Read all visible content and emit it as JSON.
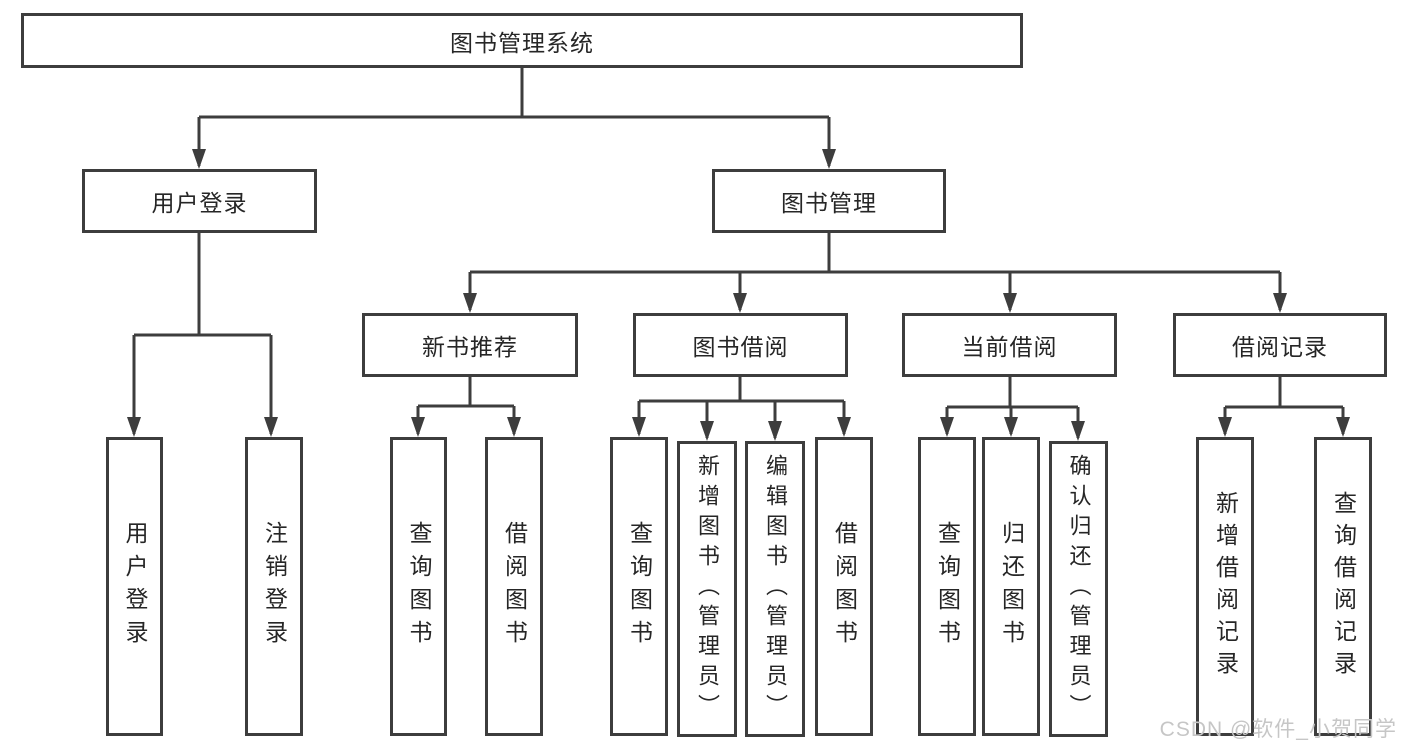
{
  "diagram": {
    "title": "图书管理系统",
    "root": {
      "label": "图书管理系统"
    },
    "level2": [
      {
        "label": "用户登录",
        "children": [
          "用户登录",
          "注销登录"
        ]
      },
      {
        "label": "图书管理",
        "groups": [
          {
            "label": "新书推荐",
            "children": [
              "查询图书",
              "借阅图书"
            ]
          },
          {
            "label": "图书借阅",
            "children": [
              "查询图书",
              "新增图书（管理员）",
              "编辑图书（管理员）",
              "借阅图书"
            ]
          },
          {
            "label": "当前借阅",
            "children": [
              "查询图书",
              "归还图书",
              "确认归还（管理员）"
            ]
          },
          {
            "label": "借阅记录",
            "children": [
              "新增借阅记录",
              "查询借阅记录"
            ]
          }
        ]
      }
    ]
  },
  "watermark": {
    "text": "CSDN @软件_小贺同学"
  },
  "colors": {
    "line": "#3d3d3d",
    "text": "#262626",
    "background": "#ffffff",
    "watermark": "#c6c6c6"
  }
}
